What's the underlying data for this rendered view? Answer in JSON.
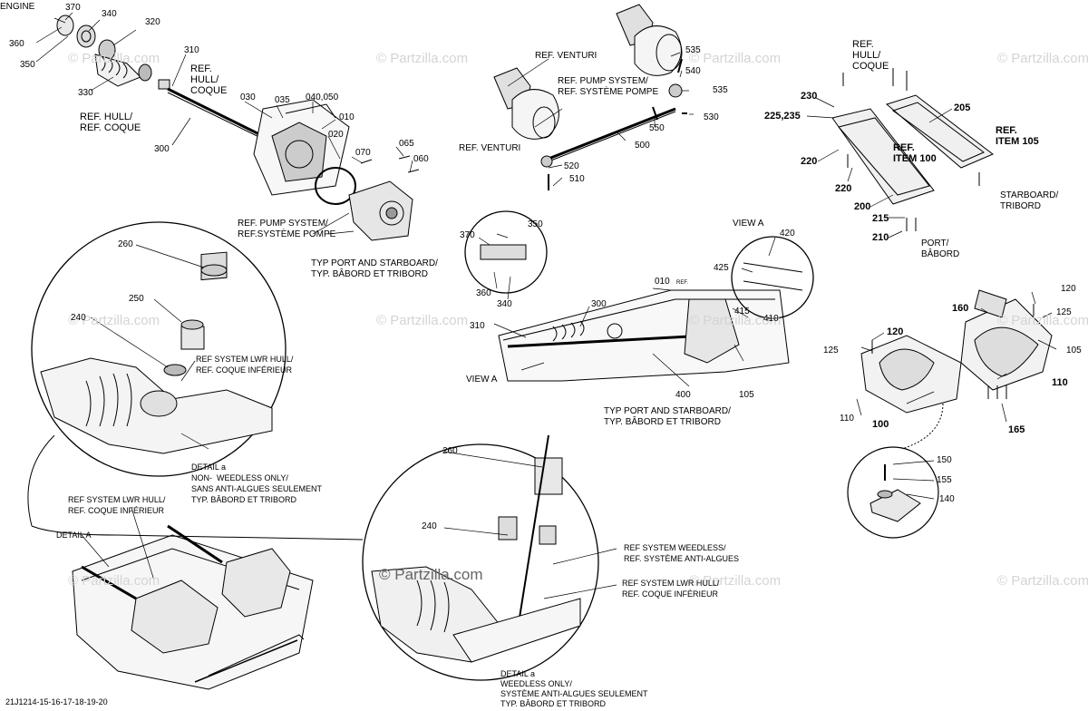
{
  "watermark": "© Partzilla.com",
  "center_watermark": "© Partzilla.com",
  "part_numbers": [
    "370",
    "340",
    "320",
    "360",
    "350",
    "310",
    "330",
    "030",
    "035",
    "040,050",
    "010",
    "020",
    "070",
    "065",
    "060",
    "300",
    "535",
    "540",
    "550",
    "530",
    "520",
    "510",
    "500",
    "230",
    "225,235",
    "205",
    "220",
    "200",
    "215",
    "210",
    "260",
    "250",
    "240",
    "350",
    "370",
    "360",
    "340",
    "300",
    "310",
    "420",
    "425",
    "415",
    "410",
    "400",
    "105",
    "160",
    "120",
    "125",
    "110",
    "100",
    "165",
    "150",
    "155",
    "140"
  ],
  "labels": {
    "engine": "ENGINE",
    "ref_hull_top": "REF.\nHULL/\nCOQUE",
    "ref_hull_coque": "REF. HULL/\nREF. COQUE",
    "ref_pump_left": "REF. PUMP SYSTEM/\nREF.SYSTÈME POMPE",
    "typ_port_left": "TYP PORT AND STARBOARD/\nTYP. BÂBORD ET TRIBORD",
    "ref_venturi_1": "REF. VENTURI",
    "ref_pump_mid": "REF. PUMP SYSTEM/\nREF. SYSTÈME POMPE",
    "ref_venturi_2": "REF. VENTURI",
    "ref_hull_right": "REF.\nHULL/\nCOQUE",
    "ref_item_105": "REF.\nITEM 105",
    "ref_item_100": "REF.\nITEM 100",
    "starboard": "STARBOARD/\nTRIBORD",
    "port": "PORT/\nBÂBORD",
    "ref_lwr_hull_1": "REF SYSTEM LWR HULL/\nREF. COQUE INFÉRIEUR",
    "detail_a_upper": "DETAIL a\nNON-  WEEDLESS ONLY/\nSANS ANTI-ALGUES SEULEMENT\nTYP. BÂBORD ET TRIBORD",
    "ref_lwr_hull_2": "REF SYSTEM LWR HULL/\nREF. COQUE INFÉRIEUR",
    "detail_a_ref": "DETAIL A",
    "view_a_1": "VIEW A",
    "view_a_2": "VIEW A",
    "ref_small": "REF.",
    "typ_port_mid": "TYP PORT AND STARBOARD/\nTYP. BÂBORD ET TRIBORD",
    "ref_weedless": "REF SYSTEM WEEDLESS/\nREF. SYSTÈME ANTI-ALGUES",
    "ref_lwr_hull_3": "REF SYSTEM LWR HULL/\nREF. COQUE INFÉRIEUR",
    "detail_a_lower": "DETAIL a\nWEEDLESS ONLY/\nSYSTÈME ANTI-ALGUES SEULEMENT\nTYP. BÂBORD ET TRIBORD",
    "footer_code": "21J1214-15-16-17-18-19-20"
  }
}
